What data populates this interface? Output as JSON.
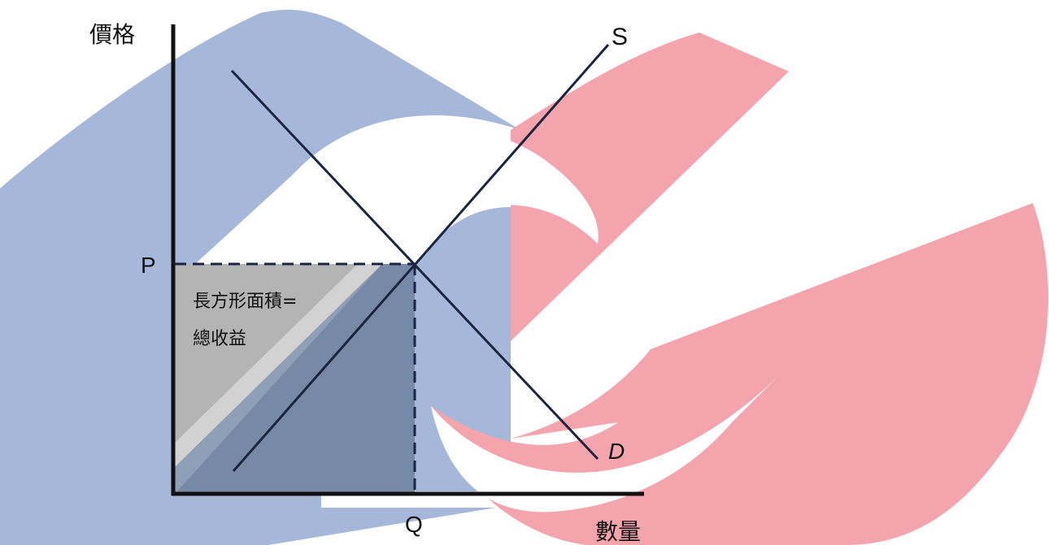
{
  "diagram": {
    "axes": {
      "y_label": "價格",
      "x_label": "數量"
    },
    "equilibrium": {
      "price_label": "P",
      "quantity_label": "Q"
    },
    "curves": {
      "supply_label": "S",
      "demand_label": "D"
    },
    "revenue_box": {
      "line1": "長方形面積=",
      "line2": "總收益"
    }
  },
  "watermark": {
    "blue_color": "#a6b8d9",
    "red_color": "#f4a4ad",
    "dark_overlap_color": "#768aa8"
  }
}
